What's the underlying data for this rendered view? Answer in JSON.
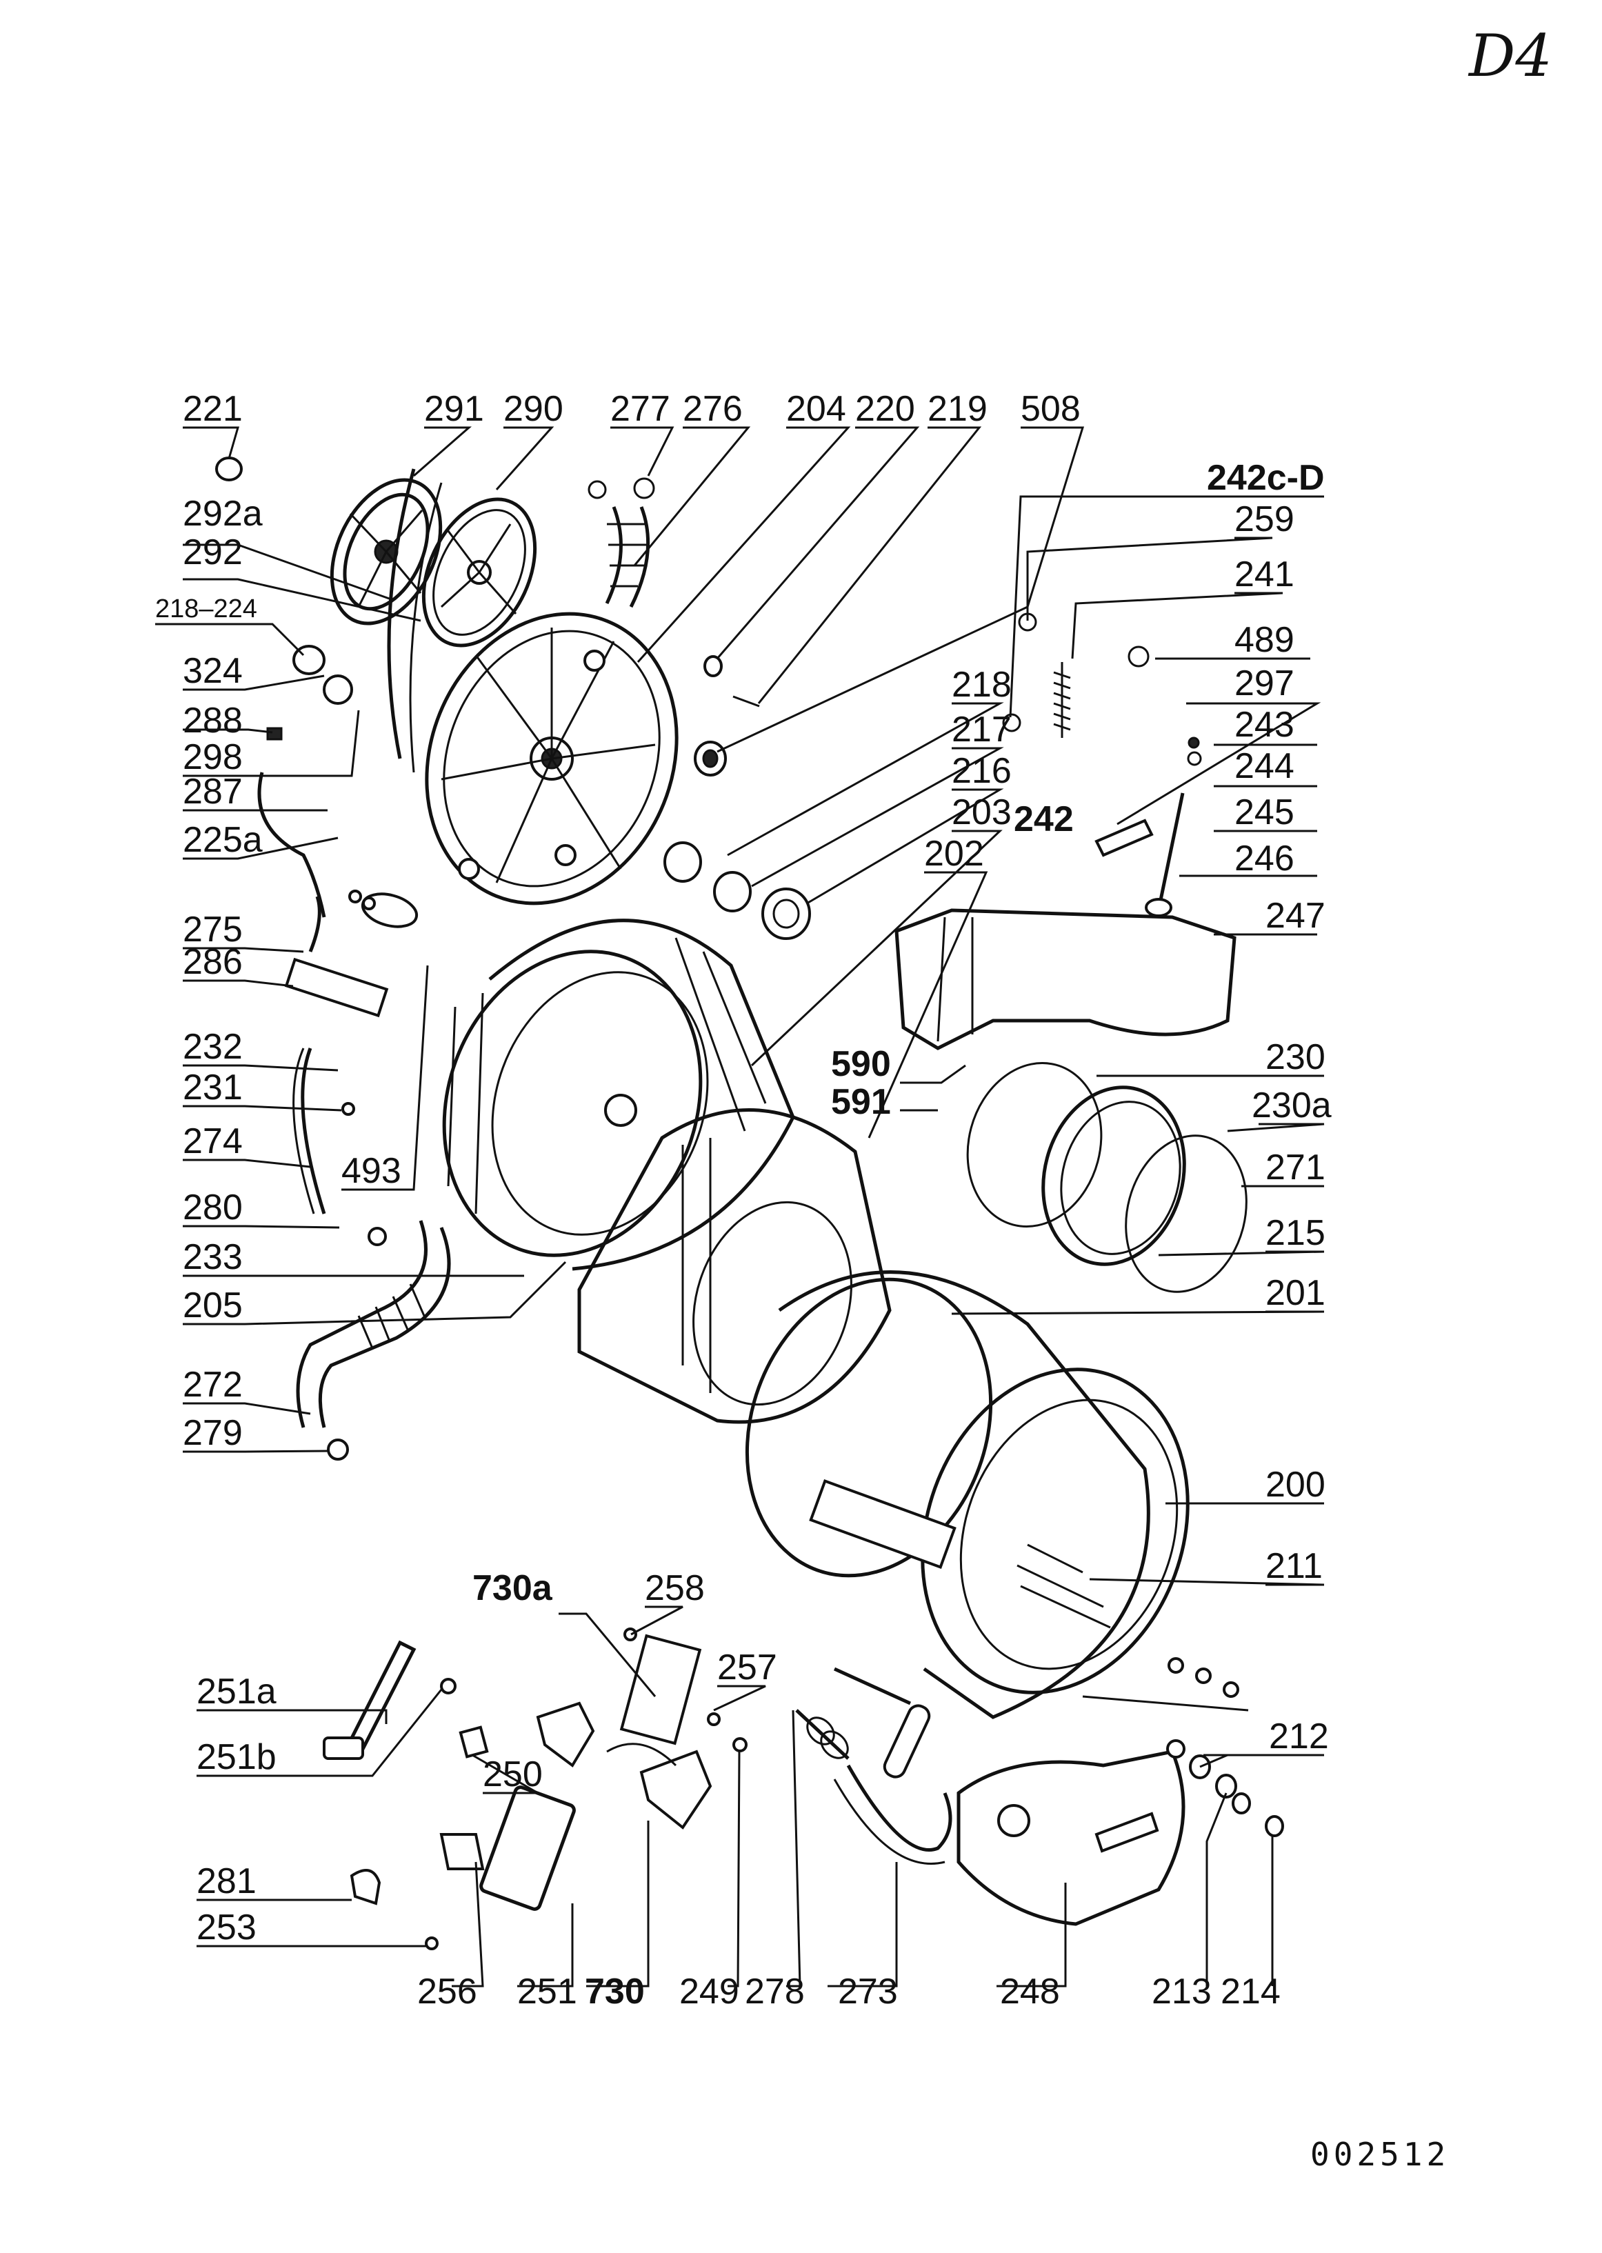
{
  "sheet_tag": "D4",
  "document_number": "002512",
  "callouts": [
    {
      "id": "c221",
      "text": "221",
      "bold": false
    },
    {
      "id": "c291",
      "text": "291",
      "bold": false
    },
    {
      "id": "c290",
      "text": "290",
      "bold": false
    },
    {
      "id": "c277",
      "text": "277",
      "bold": false
    },
    {
      "id": "c276",
      "text": "276",
      "bold": false
    },
    {
      "id": "c204",
      "text": "204",
      "bold": false
    },
    {
      "id": "c220",
      "text": "220",
      "bold": false
    },
    {
      "id": "c219",
      "text": "219",
      "bold": false
    },
    {
      "id": "c508",
      "text": "508",
      "bold": false
    },
    {
      "id": "c242cd",
      "text": "242c-D",
      "bold": true
    },
    {
      "id": "c292a",
      "text": "292a",
      "bold": false
    },
    {
      "id": "c259",
      "text": "259",
      "bold": false
    },
    {
      "id": "c292",
      "text": "292",
      "bold": false
    },
    {
      "id": "c241",
      "text": "241",
      "bold": false
    },
    {
      "id": "c218224",
      "text": "218–224",
      "bold": false
    },
    {
      "id": "c489",
      "text": "489",
      "bold": false
    },
    {
      "id": "c324",
      "text": "324",
      "bold": false
    },
    {
      "id": "c297",
      "text": "297",
      "bold": false
    },
    {
      "id": "c218",
      "text": "218",
      "bold": false
    },
    {
      "id": "c288",
      "text": "288",
      "bold": false
    },
    {
      "id": "c243",
      "text": "243",
      "bold": false
    },
    {
      "id": "c217",
      "text": "217",
      "bold": false
    },
    {
      "id": "c298",
      "text": "298",
      "bold": false
    },
    {
      "id": "c244",
      "text": "244",
      "bold": false
    },
    {
      "id": "c216",
      "text": "216",
      "bold": false
    },
    {
      "id": "c287",
      "text": "287",
      "bold": false
    },
    {
      "id": "c203",
      "text": "203",
      "bold": false
    },
    {
      "id": "c242",
      "text": "242",
      "bold": true
    },
    {
      "id": "c245",
      "text": "245",
      "bold": false
    },
    {
      "id": "c225a",
      "text": "225a",
      "bold": false
    },
    {
      "id": "c202",
      "text": "202",
      "bold": false
    },
    {
      "id": "c246",
      "text": "246",
      "bold": false
    },
    {
      "id": "c275",
      "text": "275",
      "bold": false
    },
    {
      "id": "c247",
      "text": "247",
      "bold": false
    },
    {
      "id": "c286",
      "text": "286",
      "bold": false
    },
    {
      "id": "c232",
      "text": "232",
      "bold": false
    },
    {
      "id": "c590",
      "text": "590",
      "bold": true
    },
    {
      "id": "c230",
      "text": "230",
      "bold": false
    },
    {
      "id": "c591",
      "text": "591",
      "bold": true
    },
    {
      "id": "c231",
      "text": "231",
      "bold": false
    },
    {
      "id": "c230a",
      "text": "230a",
      "bold": false
    },
    {
      "id": "c274",
      "text": "274",
      "bold": false
    },
    {
      "id": "c493",
      "text": "493",
      "bold": false
    },
    {
      "id": "c271",
      "text": "271",
      "bold": false
    },
    {
      "id": "c280",
      "text": "280",
      "bold": false
    },
    {
      "id": "c233",
      "text": "233",
      "bold": false
    },
    {
      "id": "c215",
      "text": "215",
      "bold": false
    },
    {
      "id": "c205",
      "text": "205",
      "bold": false
    },
    {
      "id": "c201",
      "text": "201",
      "bold": false
    },
    {
      "id": "c272",
      "text": "272",
      "bold": false
    },
    {
      "id": "c279",
      "text": "279",
      "bold": false
    },
    {
      "id": "c200",
      "text": "200",
      "bold": false
    },
    {
      "id": "c211",
      "text": "211",
      "bold": false
    },
    {
      "id": "c730a",
      "text": "730a",
      "bold": true
    },
    {
      "id": "c258",
      "text": "258",
      "bold": false
    },
    {
      "id": "c257",
      "text": "257",
      "bold": false
    },
    {
      "id": "c251a",
      "text": "251a",
      "bold": false
    },
    {
      "id": "c212",
      "text": "212",
      "bold": false
    },
    {
      "id": "c251b",
      "text": "251b",
      "bold": false
    },
    {
      "id": "c250",
      "text": "250",
      "bold": false
    },
    {
      "id": "c281",
      "text": "281",
      "bold": false
    },
    {
      "id": "c253",
      "text": "253",
      "bold": false
    },
    {
      "id": "c256",
      "text": "256",
      "bold": false
    },
    {
      "id": "c251",
      "text": "251",
      "bold": false
    },
    {
      "id": "c730",
      "text": "730",
      "bold": true
    },
    {
      "id": "c249",
      "text": "249",
      "bold": false
    },
    {
      "id": "c278",
      "text": "278",
      "bold": false
    },
    {
      "id": "c273",
      "text": "273",
      "bold": false
    },
    {
      "id": "c248",
      "text": "248",
      "bold": false
    },
    {
      "id": "c213",
      "text": "213",
      "bold": false
    },
    {
      "id": "c214",
      "text": "214",
      "bold": false
    }
  ]
}
